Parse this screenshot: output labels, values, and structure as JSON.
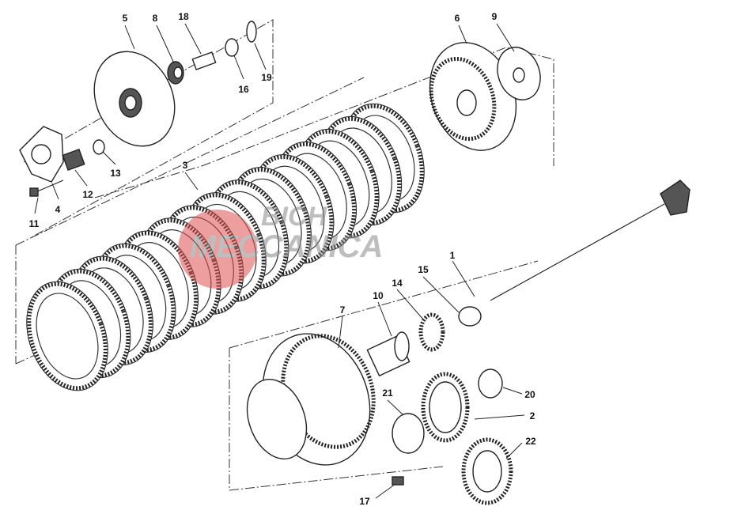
{
  "diagram": {
    "title": "Clutch exploded parts diagram",
    "watermark": {
      "line1": "BICH",
      "line2": "MECCANICA",
      "accent_color": "#e05050",
      "text_color": "#9a9a9a"
    },
    "callouts": [
      "5",
      "8",
      "18",
      "6",
      "9",
      "16",
      "19",
      "3",
      "13",
      "12",
      "4",
      "11",
      "1",
      "15",
      "14",
      "10",
      "7",
      "21",
      "20",
      "2",
      "22",
      "17"
    ]
  }
}
